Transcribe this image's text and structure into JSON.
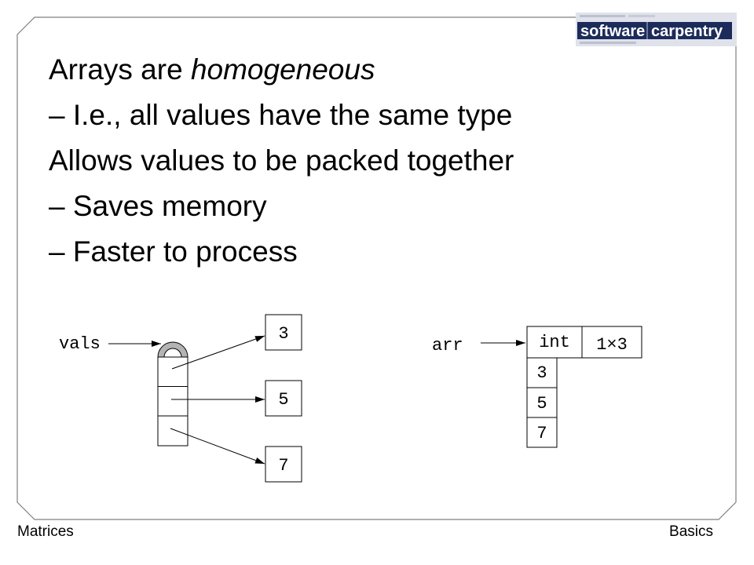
{
  "slide": {
    "bullets": [
      {
        "text": "Arrays are",
        "emphasis": "homogeneous"
      },
      {
        "marker": "–",
        "text": "I.e., all values have the same type"
      },
      {
        "text": "Allows values to be packed together"
      },
      {
        "marker": "–",
        "text": "Saves memory"
      },
      {
        "marker": "–",
        "text": "Faster to process"
      }
    ]
  },
  "cell_array_diagram": {
    "variable": "vals",
    "values": [
      "3",
      "5",
      "7"
    ]
  },
  "array_diagram": {
    "variable": "arr",
    "type": "int",
    "size": "1×3",
    "values": [
      "3",
      "5",
      "7"
    ]
  },
  "logo": {
    "word1": "software",
    "word2": "carpentry"
  },
  "footer": {
    "left": "Matrices",
    "right": "Basics"
  },
  "colors": {
    "text": "#000000",
    "frame": "#7f7f7f",
    "logo_band": "#1c2b5a",
    "logo_background": "#dfe2ea",
    "cell_header": "#b3b3b3"
  }
}
